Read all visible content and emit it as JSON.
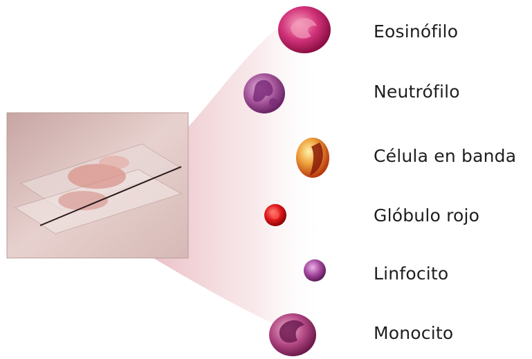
{
  "cells": [
    {
      "label": "Eosinófilo",
      "icon": "eosinophil-icon",
      "color": "#c8246a"
    },
    {
      "label": "Neutrófilo",
      "icon": "neutrophil-icon",
      "color": "#9a3f8e"
    },
    {
      "label": "Célula en banda",
      "icon": "band-cell-icon",
      "color": "#d4541f"
    },
    {
      "label": "Glóbulo rojo",
      "icon": "red-blood-cell-icon",
      "color": "#e0171b"
    },
    {
      "label": "Linfocito",
      "icon": "lymphocyte-icon",
      "color": "#9c3c94"
    },
    {
      "label": "Monocito",
      "icon": "monocyte-icon",
      "color": "#a8336f"
    }
  ],
  "slide": {
    "icon": "microscope-slide-icon",
    "color": "#d9b5b5"
  }
}
